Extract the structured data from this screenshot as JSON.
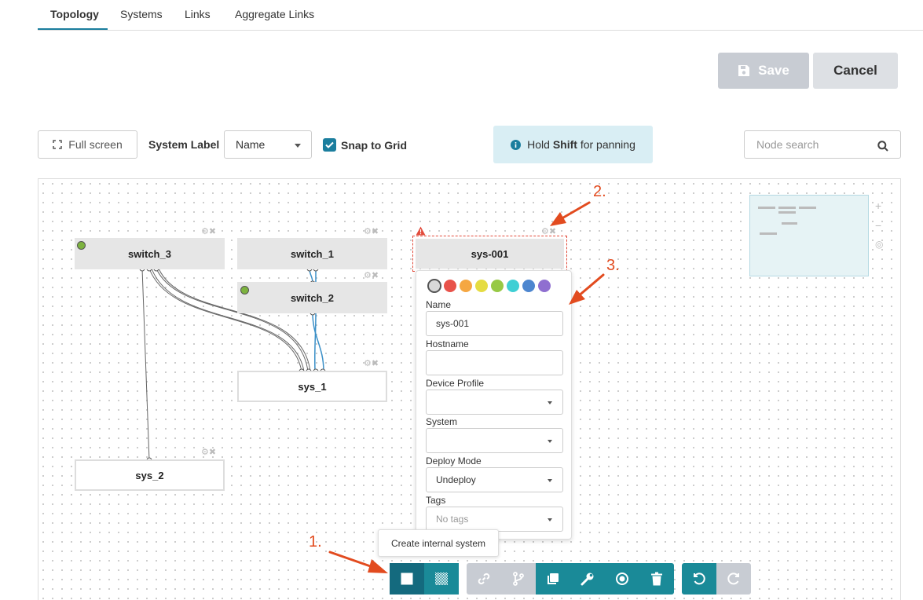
{
  "tabs": [
    {
      "label": "Topology",
      "active": true
    },
    {
      "label": "Systems",
      "active": false
    },
    {
      "label": "Links",
      "active": false
    },
    {
      "label": "Aggregate Links",
      "active": false
    }
  ],
  "actions": {
    "save_label": "Save",
    "cancel_label": "Cancel"
  },
  "toolbar": {
    "full_screen_label": "Full screen",
    "system_label_label": "System Label",
    "system_label_value": "Name",
    "snap_to_grid_label": "Snap to Grid",
    "snap_to_grid_checked": true,
    "info_prefix": "Hold",
    "info_key": "Shift",
    "info_suffix": "for panning",
    "node_search_placeholder": "Node search"
  },
  "nodes": {
    "switch_3": "switch_3",
    "switch_1": "switch_1",
    "switch_2": "switch_2",
    "sys_1": "sys_1",
    "sys_2": "sys_2",
    "sys_001": "sys-001"
  },
  "popover": {
    "colors": [
      "#d9d9d9",
      "#e8524a",
      "#f5a742",
      "#e5dc42",
      "#97c945",
      "#3fcfd4",
      "#4d86cf",
      "#8f6fd0"
    ],
    "name_label": "Name",
    "name_value": "sys-001",
    "hostname_label": "Hostname",
    "hostname_value": "",
    "device_profile_label": "Device Profile",
    "device_profile_value": "",
    "system_label": "System",
    "system_value": "",
    "deploy_mode_label": "Deploy Mode",
    "deploy_mode_value": "Undeploy",
    "tags_label": "Tags",
    "tags_placeholder": "No tags"
  },
  "tooltip": "Create internal system",
  "annotations": {
    "a1": "1.",
    "a2": "2.",
    "a3": "3."
  },
  "colors": {
    "accent": "#1b7e9e",
    "disabled": "#c8ccd3",
    "annotation": "#e24b1f"
  }
}
